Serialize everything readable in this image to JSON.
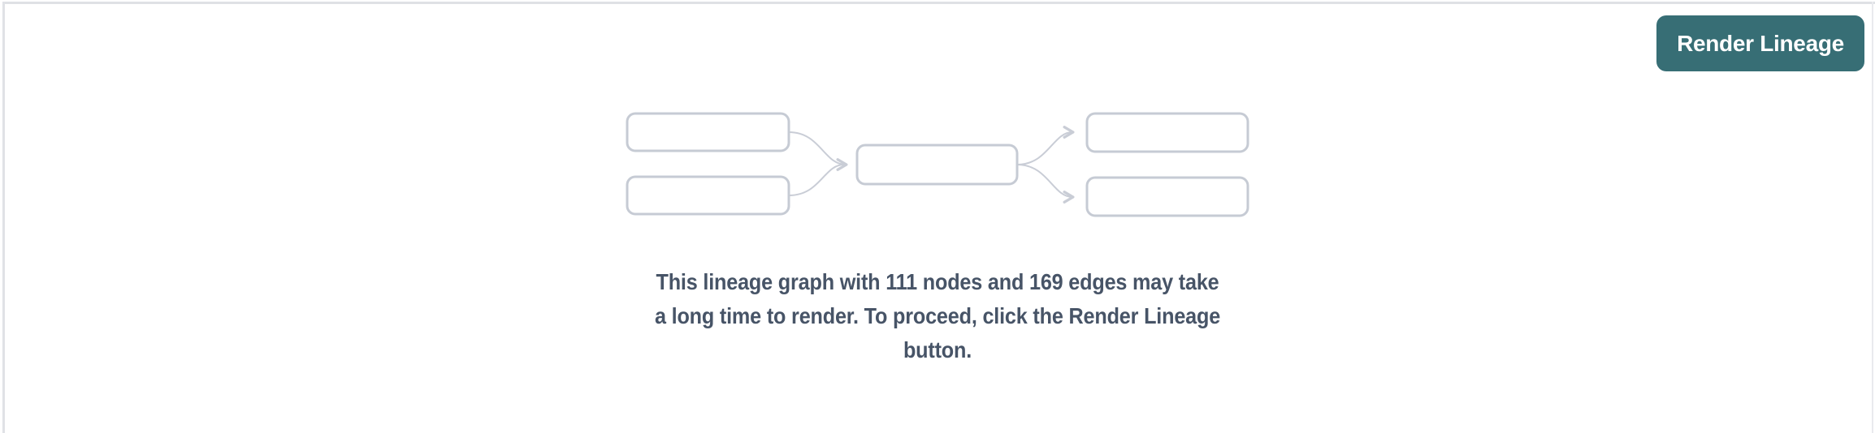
{
  "page": {
    "background": "#ffffff",
    "panel_border_color": "#dfe1e5"
  },
  "header": {
    "render_button": {
      "label": "Render Lineage",
      "bg_color": "#376e75",
      "text_color": "#ffffff"
    }
  },
  "empty_state": {
    "diagram": {
      "node_fill": "#ffffff",
      "node_border_color": "#c6cbd4",
      "edge_color": "#c9cdd6"
    },
    "message": {
      "lines": [
        "This lineage graph with 111 nodes and 169 edges may take",
        "a long time to render. To proceed, click the Render Lineage",
        "button."
      ],
      "full_text": "This lineage graph with 111 nodes and 169 edges may take a long time to render. To proceed, click the Render Lineage button.",
      "node_count": "111",
      "edge_count": "169",
      "text_color": "#475467"
    }
  }
}
